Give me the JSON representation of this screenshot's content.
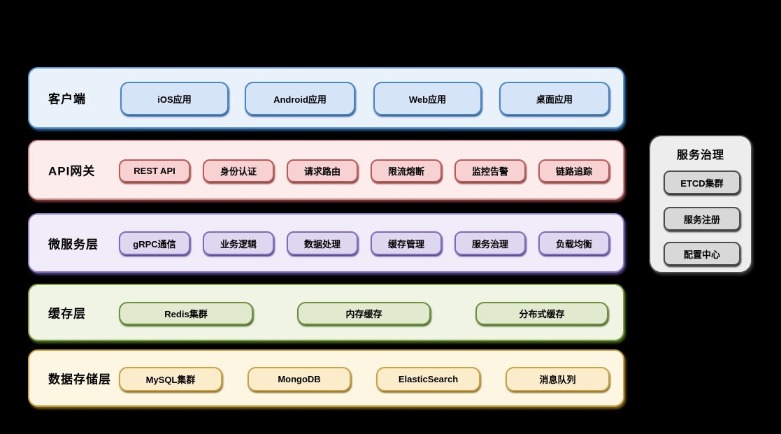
{
  "canvas": {
    "background": "#000000"
  },
  "layers": [
    {
      "id": "client",
      "title": "客户端",
      "items": [
        "iOS应用",
        "Android应用",
        "Web应用",
        "桌面应用"
      ],
      "colors": {
        "band_bg": "#e9f1fb",
        "band_border": "#5b9bd5",
        "item_bg": "#d5e5f7",
        "item_border": "#4a84c4"
      }
    },
    {
      "id": "api-gateway",
      "title": "API网关",
      "items": [
        "REST API",
        "身份认证",
        "请求路由",
        "限流熔断",
        "监控告警",
        "链路追踪"
      ],
      "colors": {
        "band_bg": "#fdecec",
        "band_border": "#c98989",
        "item_bg": "#f8d2d2",
        "item_border": "#b95c58"
      }
    },
    {
      "id": "microservices",
      "title": "微服务层",
      "items": [
        "gRPC通信",
        "业务逻辑",
        "数据处理",
        "缓存管理",
        "服务治理",
        "负载均衡"
      ],
      "colors": {
        "band_bg": "#f0ecf9",
        "band_border": "#9384c8",
        "item_bg": "#ded7f0",
        "item_border": "#7e6cb8"
      }
    },
    {
      "id": "cache",
      "title": "缓存层",
      "items": [
        "Redis集群",
        "内存缓存",
        "分布式缓存"
      ],
      "colors": {
        "band_bg": "#eff4e5",
        "band_border": "#7f9f48",
        "item_bg": "#e1e9ce",
        "item_border": "#6f8f3e"
      }
    },
    {
      "id": "storage",
      "title": "数据存储层",
      "items": [
        "MySQL集群",
        "MongoDB",
        "ElasticSearch",
        "消息队列"
      ],
      "colors": {
        "band_bg": "#fdf6e3",
        "band_border": "#c9a445",
        "item_bg": "#fbeccb",
        "item_border": "#c9a445"
      }
    }
  ],
  "side_panel": {
    "title": "服务治理",
    "items": [
      "ETCD集群",
      "服务注册",
      "配置中心"
    ],
    "colors": {
      "bg": "#ededed",
      "border": "#4d4d4d",
      "item_bg": "#d8d8d8"
    }
  }
}
